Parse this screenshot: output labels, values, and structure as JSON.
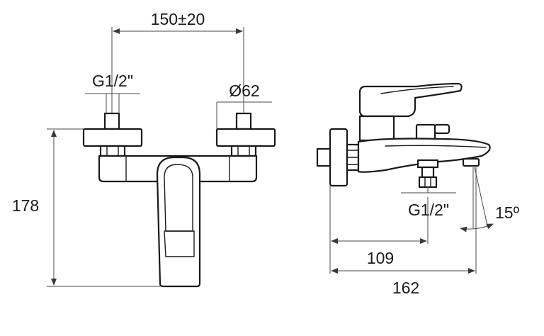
{
  "dimensions": {
    "center_distance": "150±20",
    "inlet_thread_front": "G1/2\"",
    "rosette_diameter": "Ø62",
    "height": "178",
    "outlet_thread_side": "G1/2\"",
    "spout_angle": "15º",
    "depth_to_outlet": "109",
    "total_depth": "162"
  },
  "colors": {
    "line": "#1a1a1a",
    "dimension_line": "#4a4a4a",
    "background": "#ffffff"
  }
}
